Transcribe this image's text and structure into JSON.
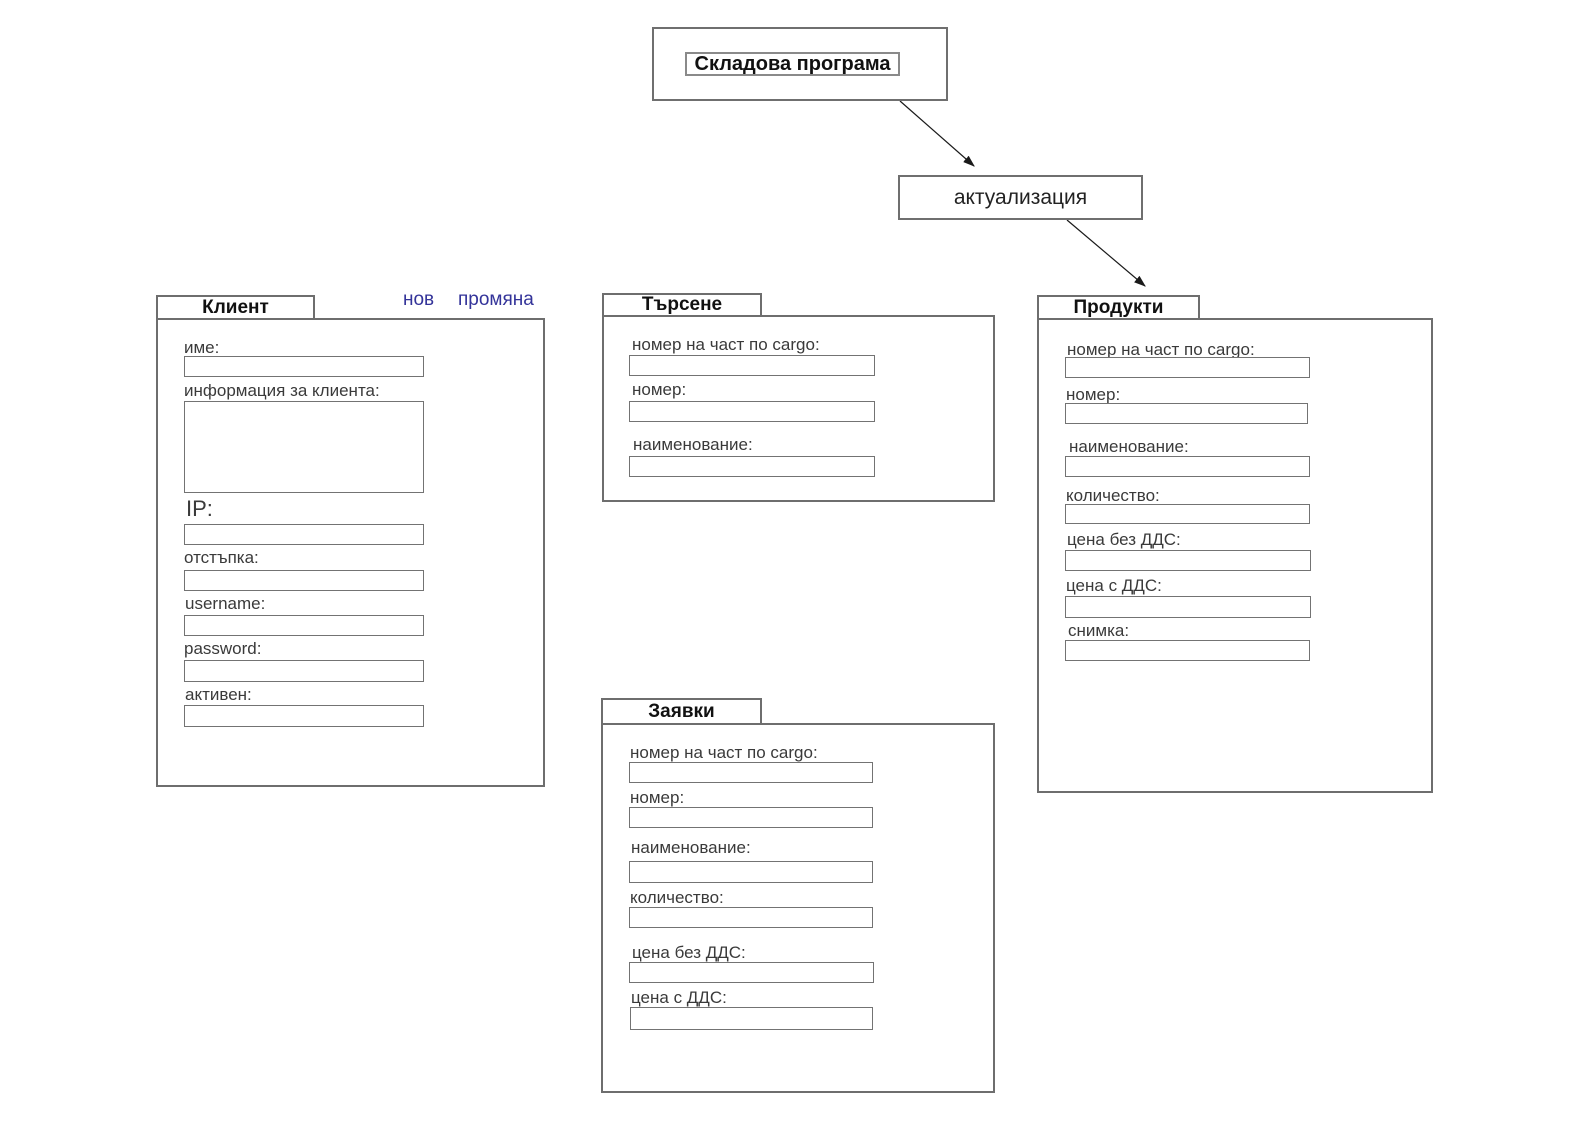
{
  "title_box": {
    "label": "Складова програма"
  },
  "update_box": {
    "label": "актуализация"
  },
  "panels": {
    "client": {
      "title": "Клиент",
      "actions": {
        "new": "нов",
        "change": "промяна"
      },
      "fields": [
        {
          "label": "име:"
        },
        {
          "label": "информация за клиента:"
        },
        {
          "label": "IP:"
        },
        {
          "label": "отстъпка:"
        },
        {
          "label": "username:"
        },
        {
          "label": "password:"
        },
        {
          "label": "активен:"
        }
      ]
    },
    "search": {
      "title": "Търсене",
      "fields": [
        {
          "label": "номер на част по cargo:"
        },
        {
          "label": "номер:"
        },
        {
          "label": "наименование:"
        }
      ]
    },
    "products": {
      "title": "Продукти",
      "fields": [
        {
          "label": "номер на част по cargo:"
        },
        {
          "label": "номер:"
        },
        {
          "label": "наименование:"
        },
        {
          "label": "количество:"
        },
        {
          "label": "цена без ДДС:"
        },
        {
          "label": "цена с ДДС:"
        },
        {
          "label": "снимка:"
        }
      ]
    },
    "orders": {
      "title": "Заявки",
      "fields": [
        {
          "label": "номер на част по cargo:"
        },
        {
          "label": "номер:"
        },
        {
          "label": "наименование:"
        },
        {
          "label": "количество:"
        },
        {
          "label": "цена без ДДС:"
        },
        {
          "label": "цена с ДДС:"
        }
      ]
    }
  },
  "colors": {
    "link": "#333399",
    "panel_border": "#6e6e6e",
    "input_border": "#737373",
    "text": "#3a3a3a",
    "arrow": "#1a1a1a"
  }
}
